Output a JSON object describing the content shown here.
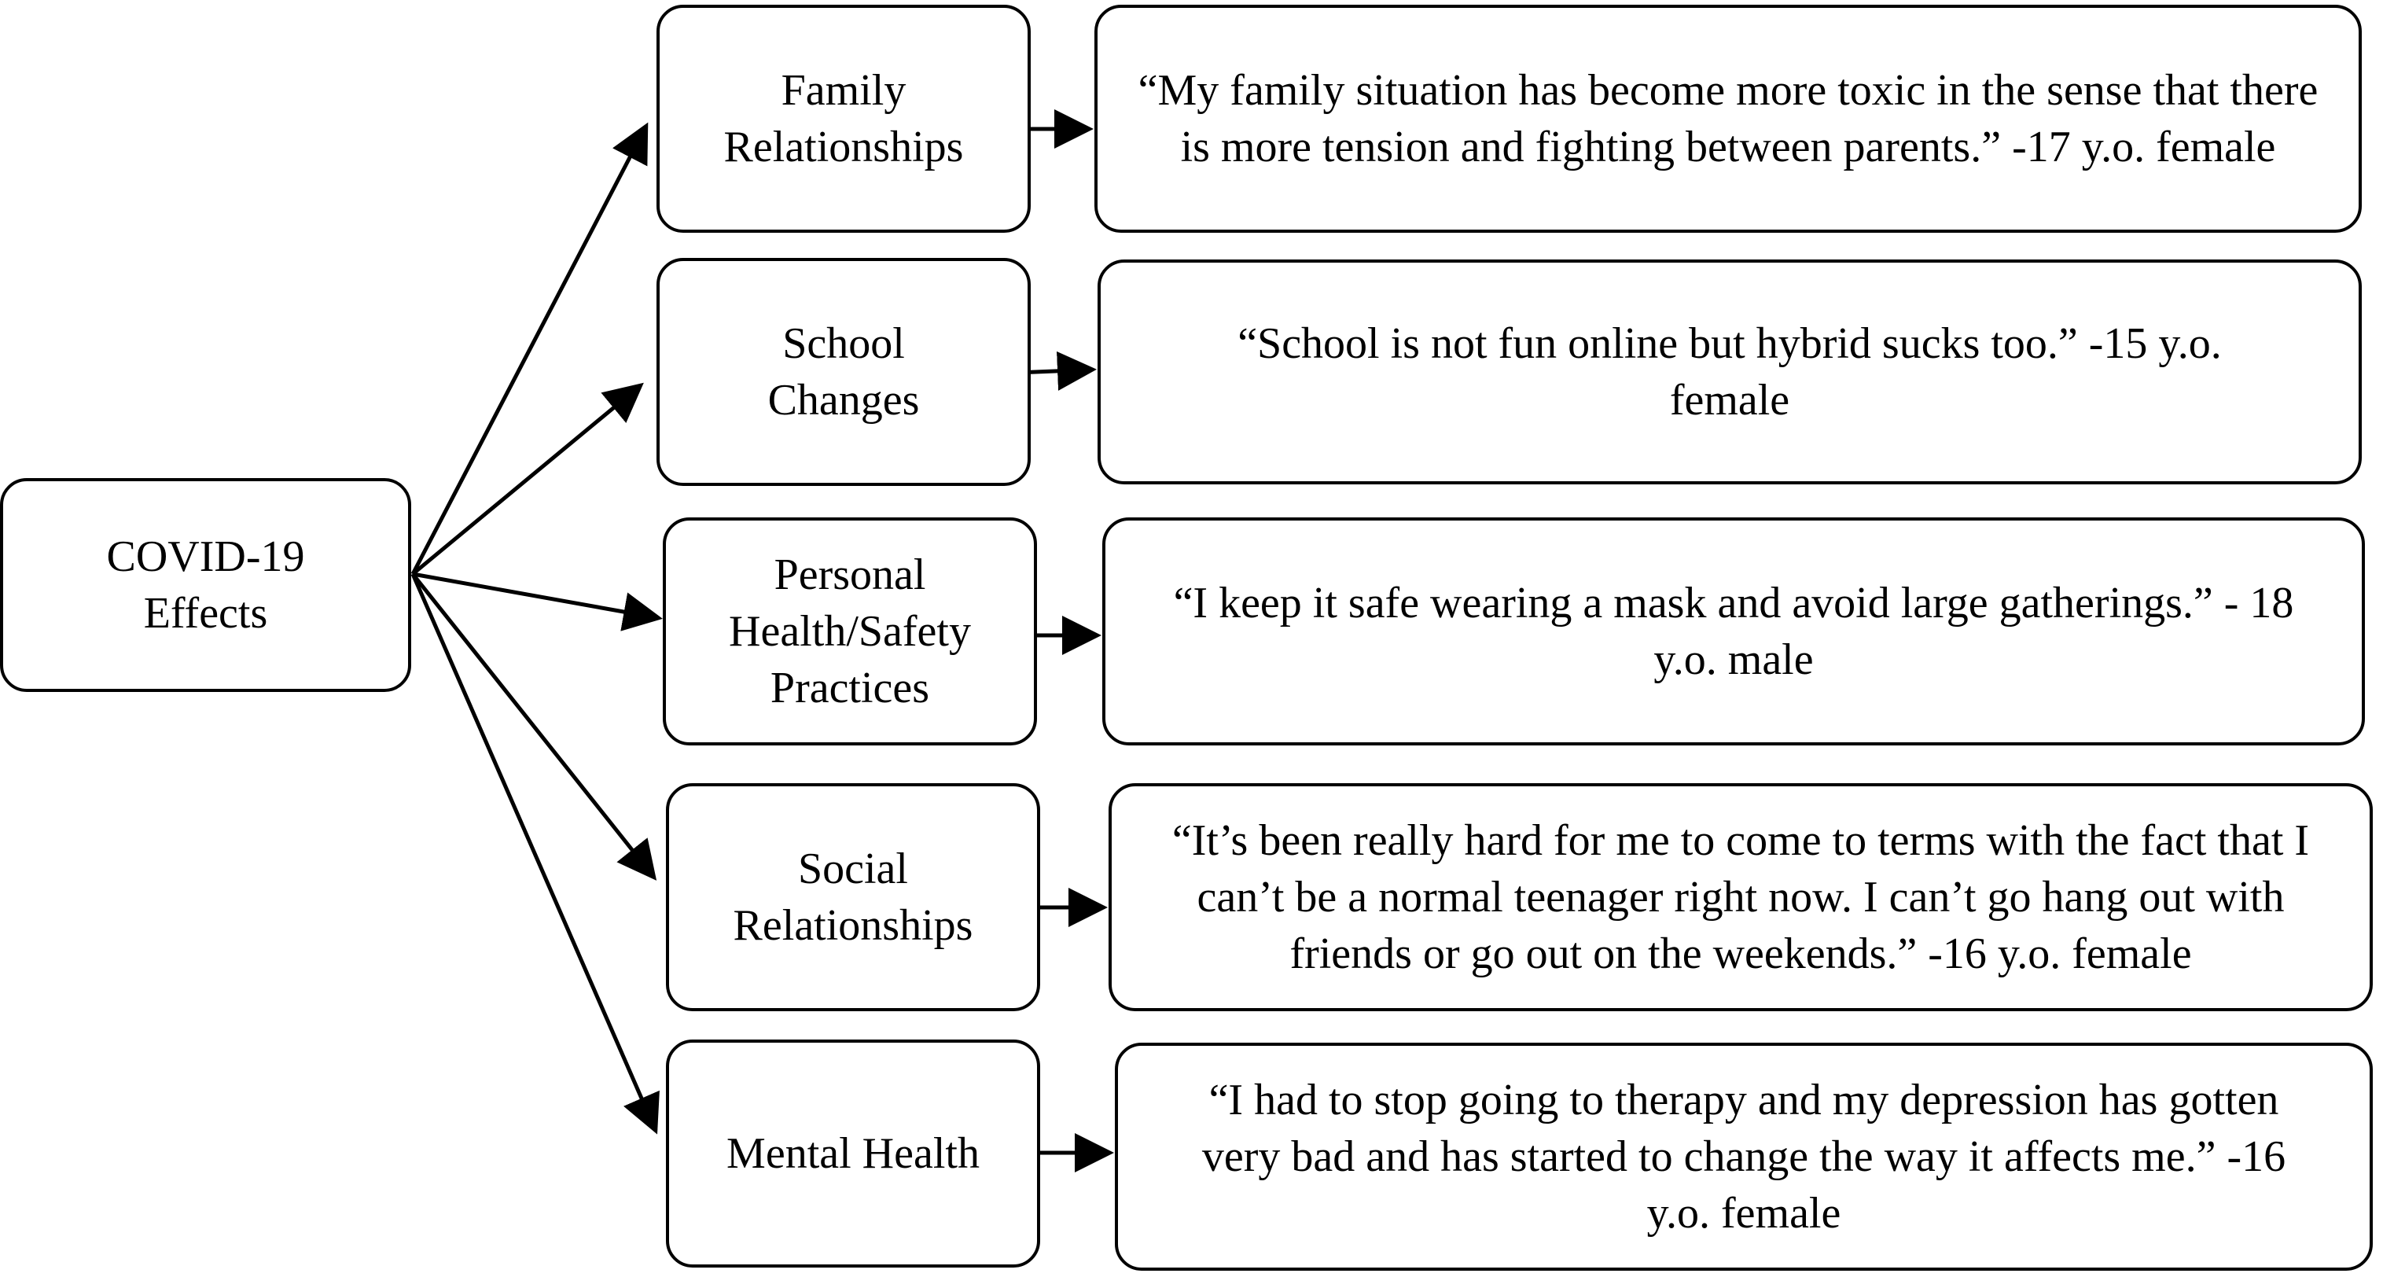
{
  "root": {
    "label": "COVID-19\nEffects"
  },
  "categories": [
    {
      "label": "Family\nRelationships",
      "quote": "“My family situation has become more toxic in the sense that there is more tension and fighting between parents.” -17 y.o. female"
    },
    {
      "label": "School\nChanges",
      "quote": "“School is not fun online but hybrid sucks too.” -15 y.o. female"
    },
    {
      "label": "Personal\nHealth/Safety\nPractices",
      "quote": "“I keep it safe wearing a mask and avoid large gatherings.” - 18 y.o. male"
    },
    {
      "label": "Social\nRelationships",
      "quote": "“It’s been really hard for me to come to terms with the fact that I can’t be a normal teenager right now. I can’t go hang out with friends or go out on the weekends.” -16 y.o. female"
    },
    {
      "label": "Mental Health",
      "quote": "“I had to stop going to therapy and my depression has gotten very bad and has started to change the way it affects me.” -16 y.o. female"
    }
  ],
  "colors": {
    "stroke": "#000000",
    "background": "#ffffff"
  }
}
